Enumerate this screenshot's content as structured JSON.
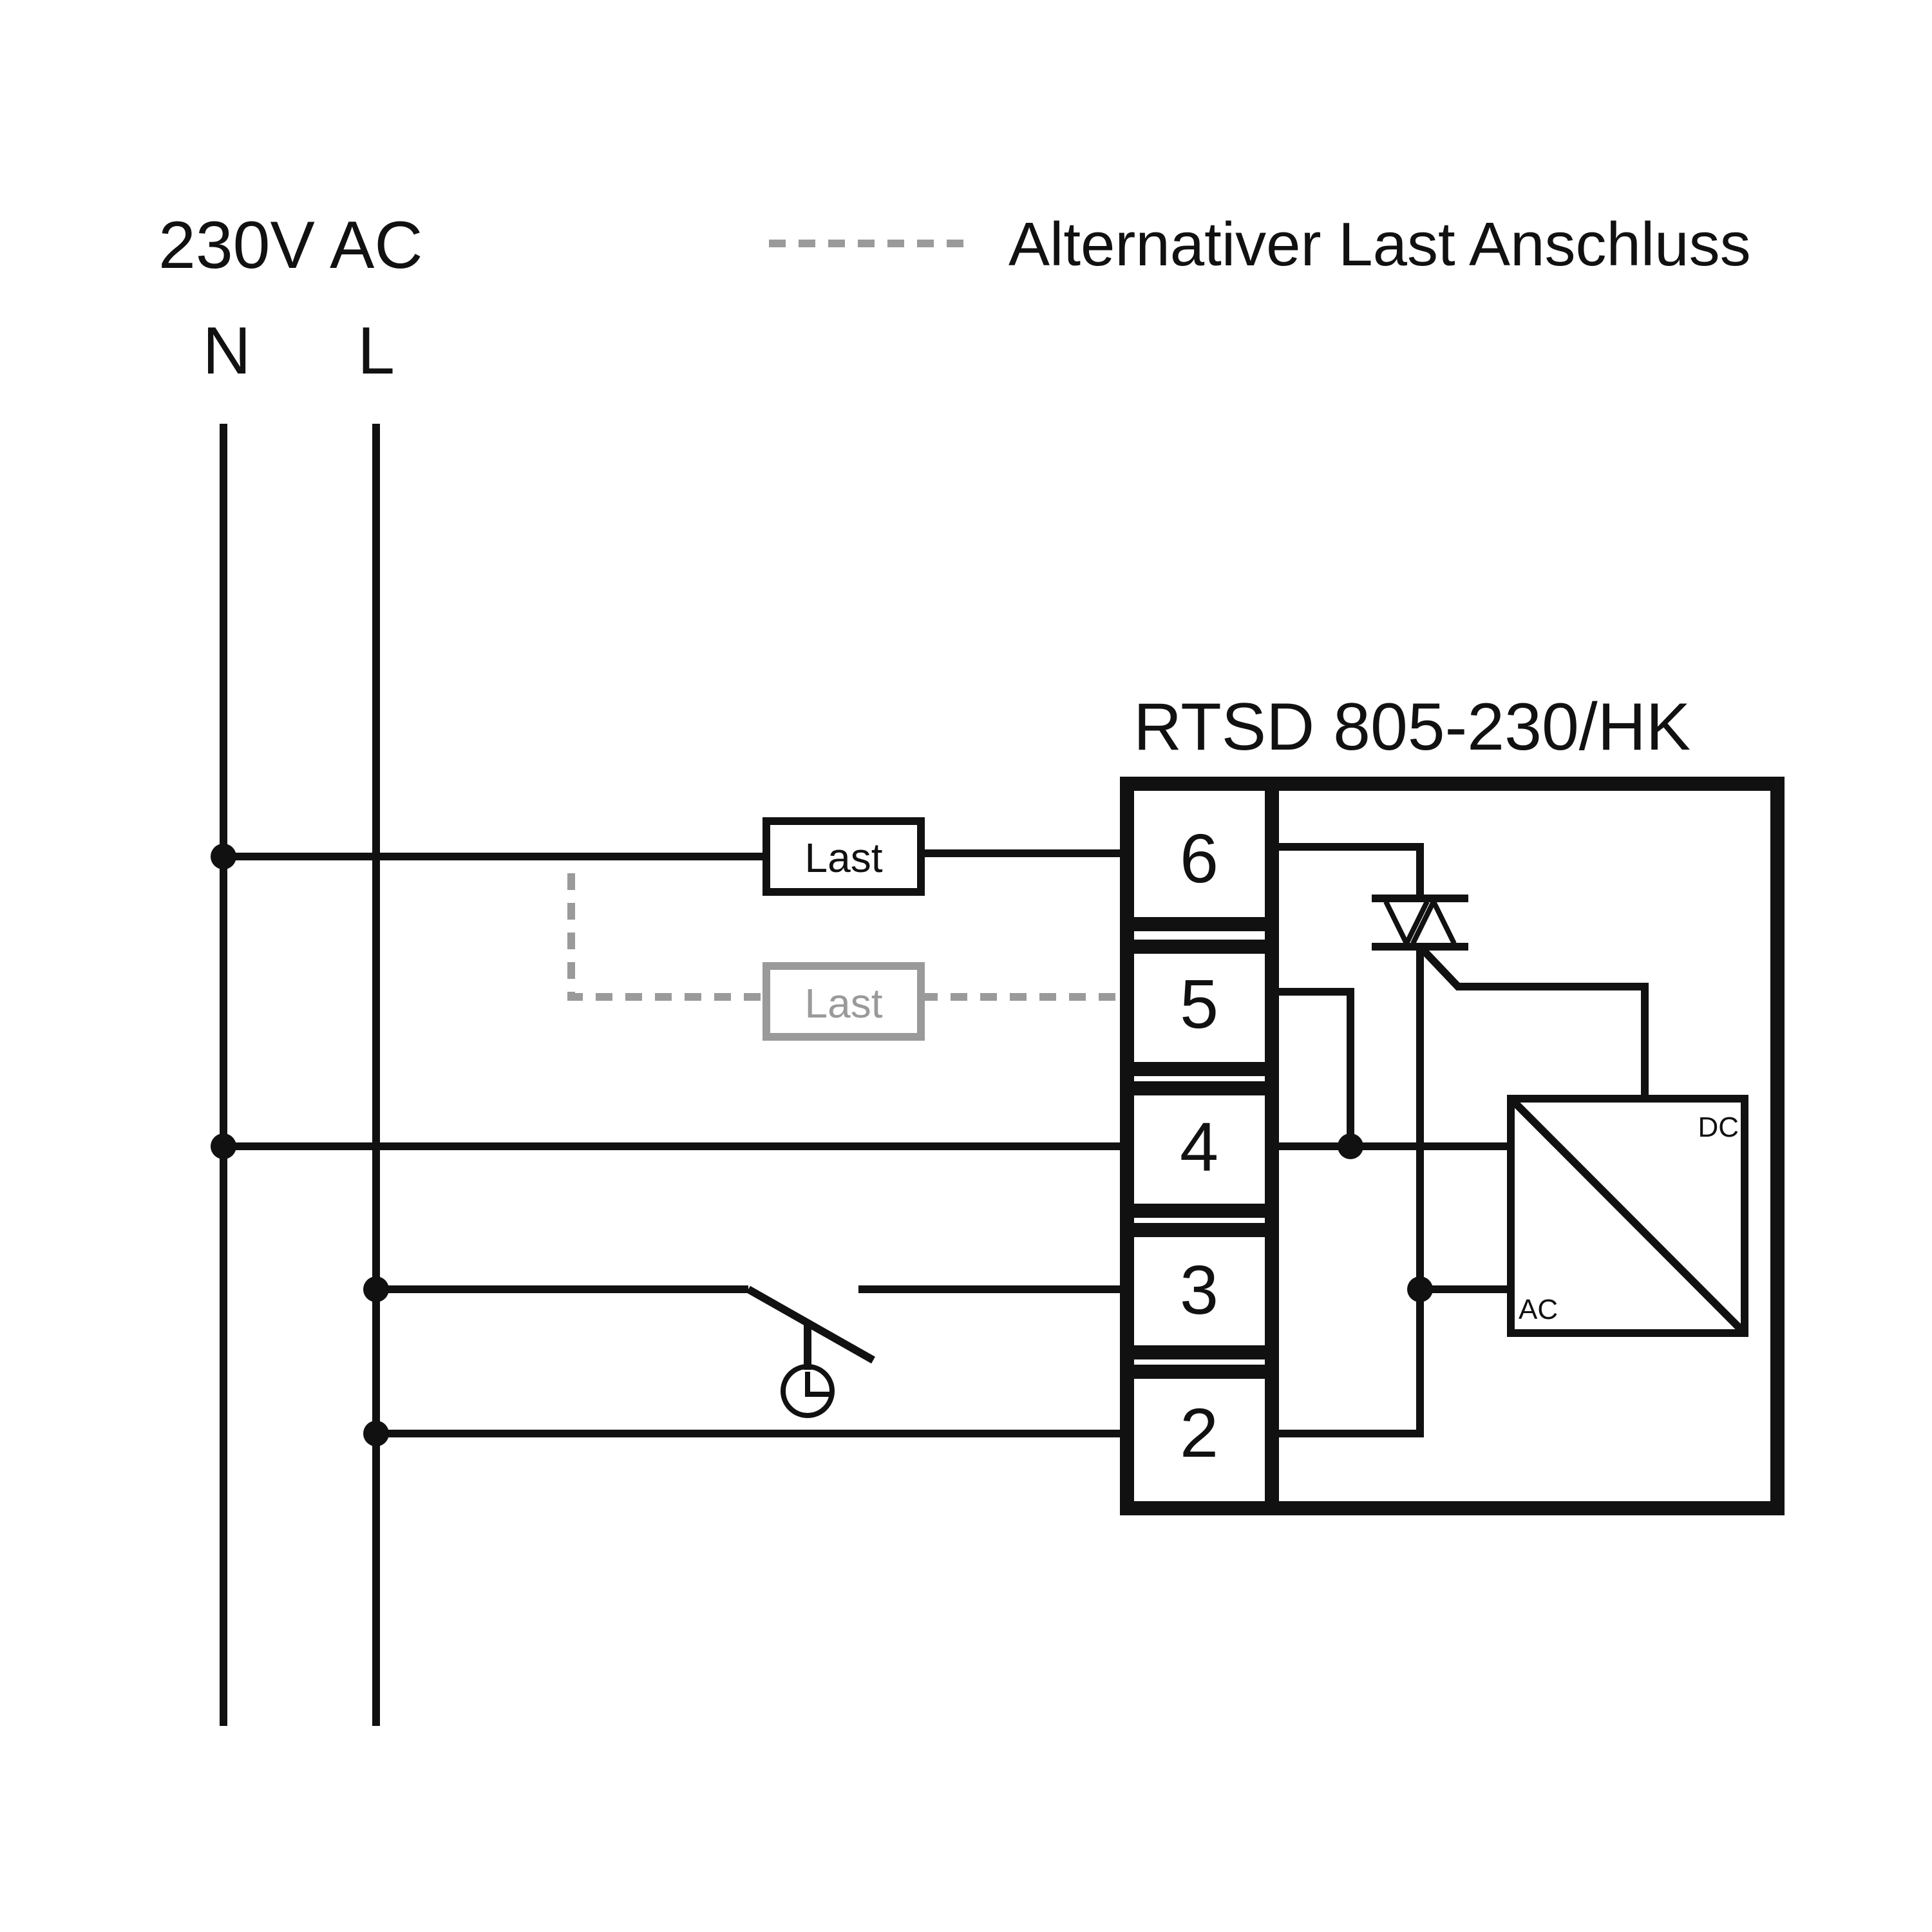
{
  "supply": {
    "voltage": "230V AC",
    "neutral": "N",
    "line": "L"
  },
  "legend": {
    "text": "Alternativer Last Anschluss",
    "color": "#9a9a9a"
  },
  "device": {
    "model": "RTSD 805-230/HK",
    "terminals": [
      "6",
      "5",
      "4",
      "3",
      "2"
    ],
    "converter": {
      "dc": "DC",
      "ac": "AC"
    }
  },
  "loads": {
    "primary": "Last",
    "alternative": "Last"
  },
  "icons": {
    "switch": "timer-switch-icon",
    "clock": "clock-icon",
    "triac": "triac-icon"
  }
}
